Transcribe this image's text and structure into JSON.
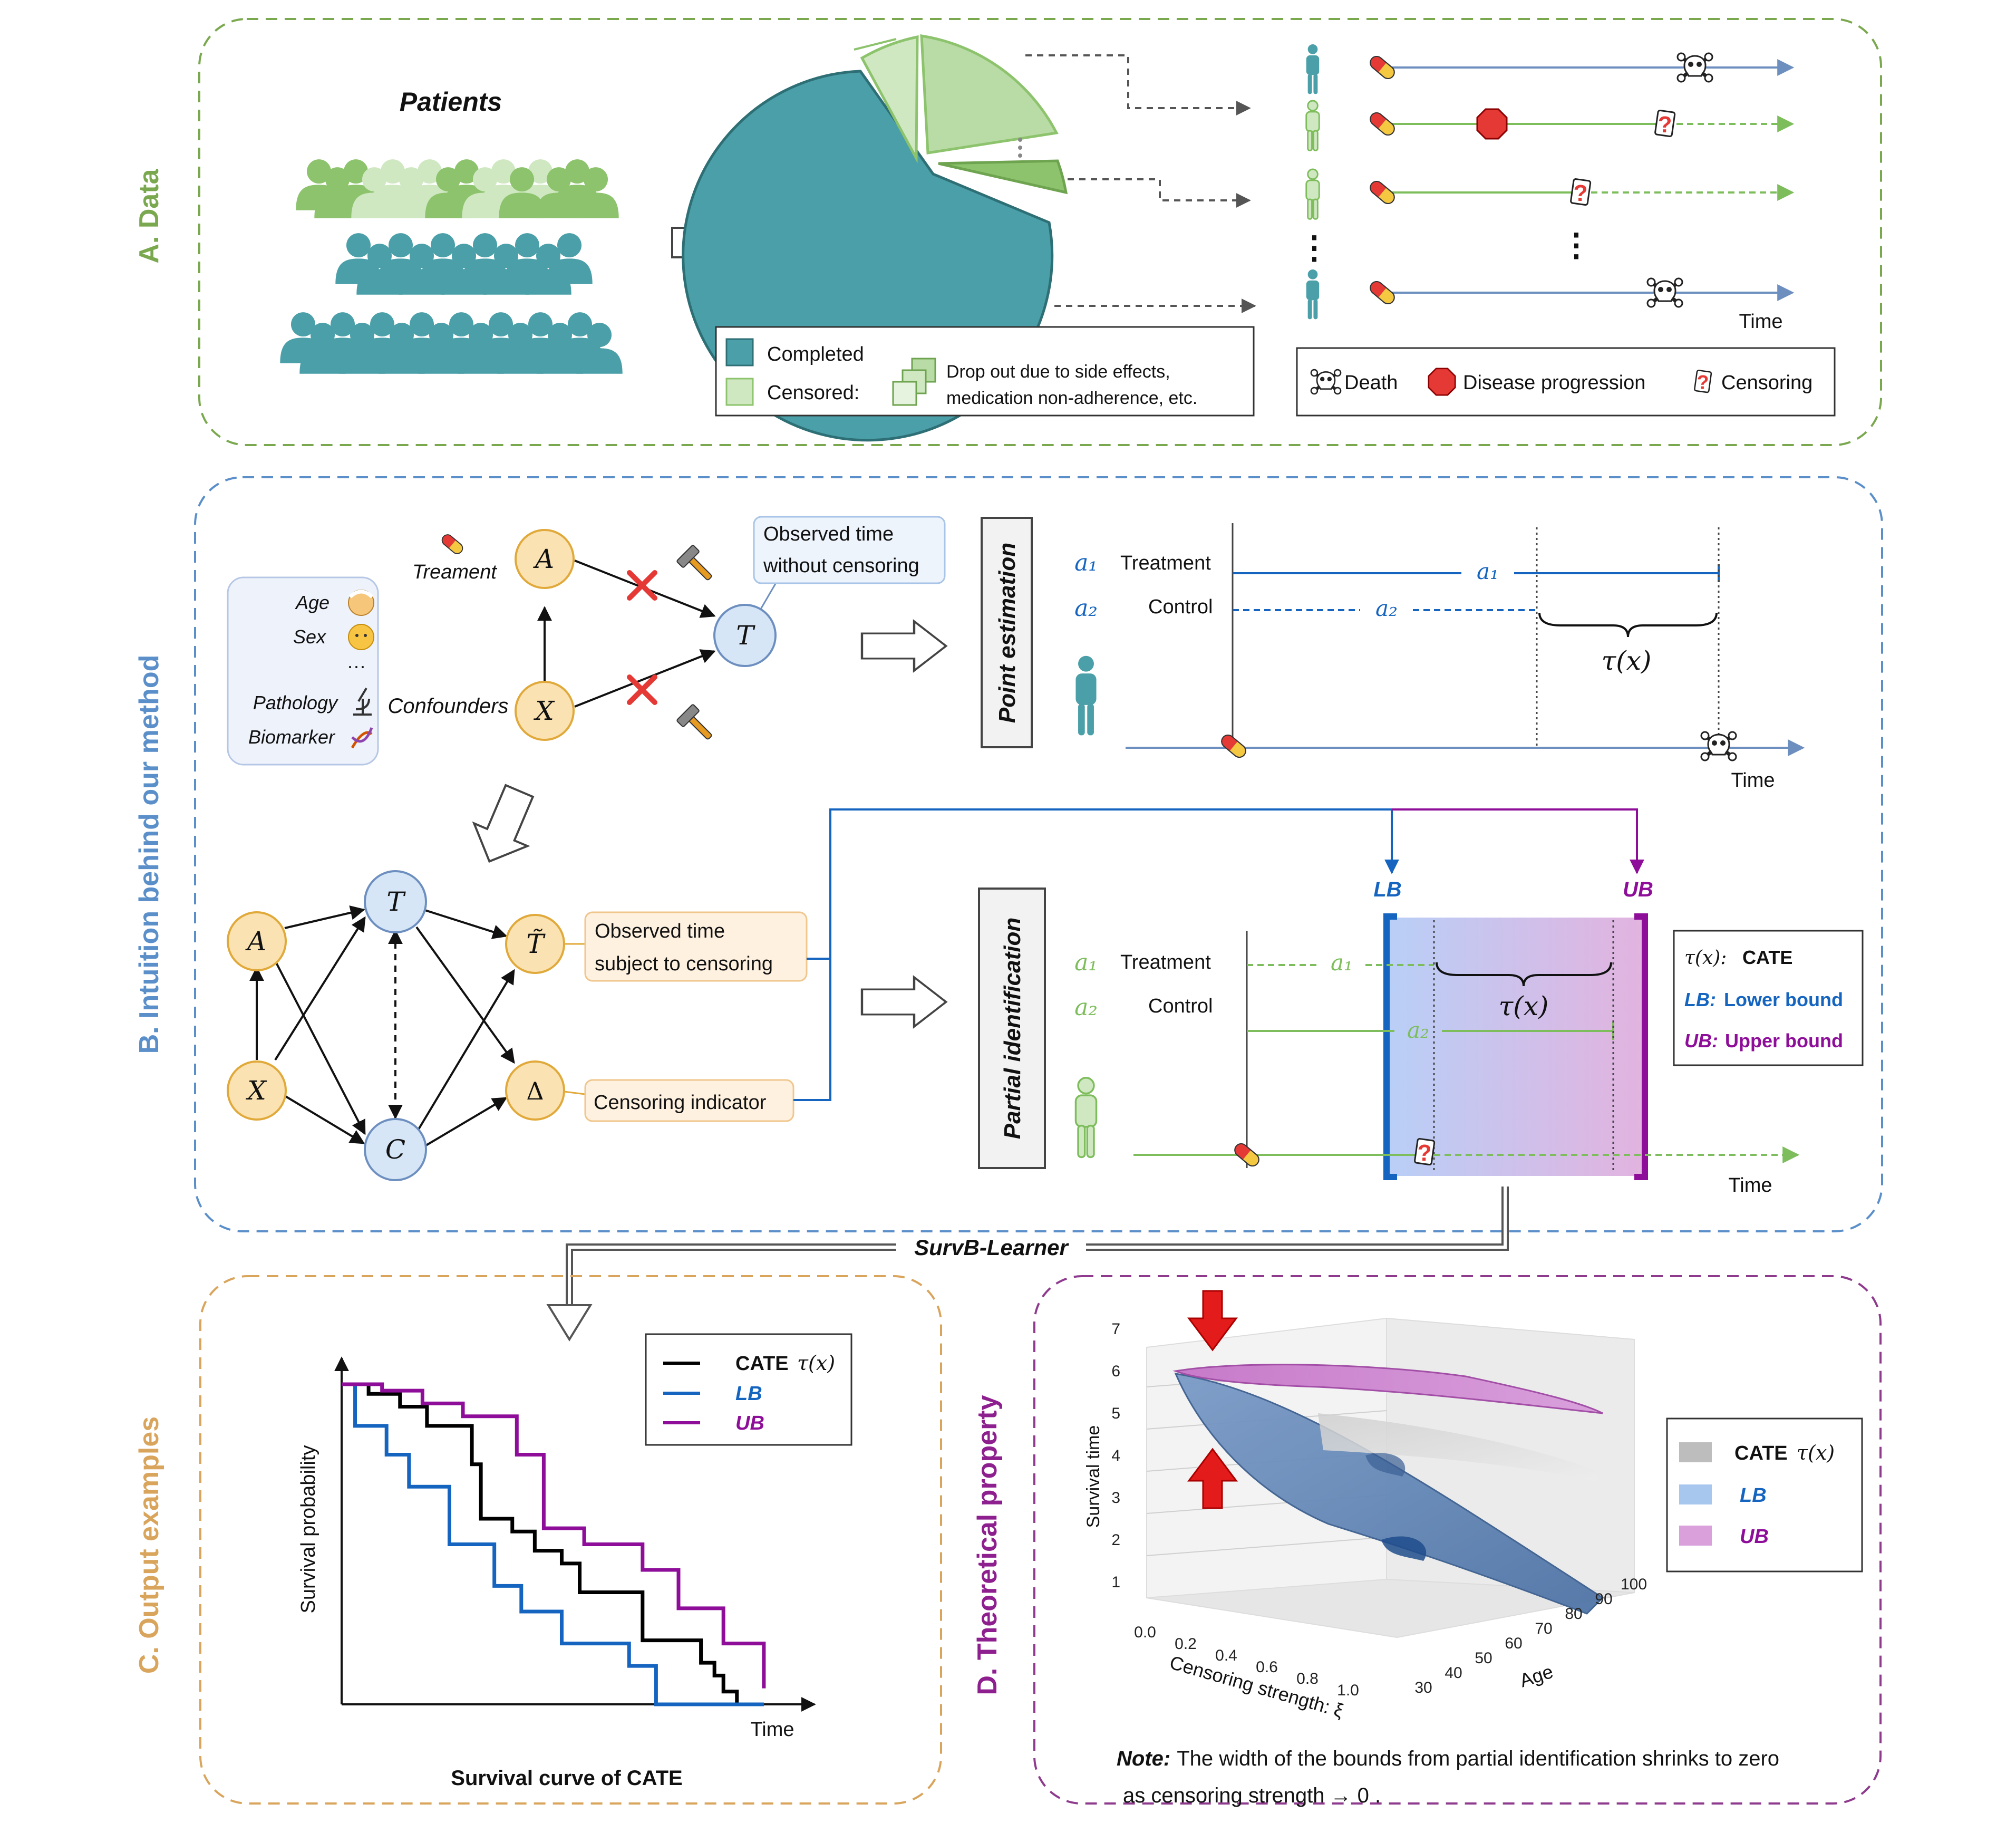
{
  "panels": {
    "a_label": "A. Data",
    "b_label": "B. Intuition behind our method",
    "c_label": "C. Output examples",
    "d_label": "D. Theoretical property"
  },
  "colors": {
    "teal": "#4a9fa8",
    "green": "#8cc36c",
    "light_green": "#cfe8c1",
    "blue": "#1565c0",
    "purple": "#8e0e9a",
    "orange_node": "#fbe2b2",
    "blue_node": "#d6e6f7",
    "arrow_blue": "#6d8fc0",
    "arrow_green": "#7dbd5b",
    "panel_a": "#7aa84e",
    "panel_b": "#5b8fc9",
    "panel_c": "#d9a45b",
    "panel_d": "#8e3b8e"
  },
  "panel_a": {
    "patients_title": "Patients",
    "legend_left": {
      "completed": "Completed",
      "censored": "Censored:",
      "dropout_line1": "Drop out due to side effects,",
      "dropout_line2": "medication non-adherence, etc."
    },
    "legend_right": {
      "death": "Death",
      "progression": "Disease progression",
      "censoring": "Censoring"
    },
    "time_label": "Time",
    "ellipsis": "⋮",
    "icons": [
      "patient-icon",
      "pill-icon",
      "skull-icon",
      "stop-sign-icon",
      "question-mark-icon"
    ]
  },
  "panel_b": {
    "treatment_label": "Treament",
    "covariates": [
      "Age",
      "Sex",
      "···",
      "Pathology",
      "Biomarker"
    ],
    "confounders_label": "Confounders",
    "node_A": "A",
    "node_X": "X",
    "node_T": "T",
    "node_C": "C",
    "node_Ttilde": "T̃",
    "node_Delta": "Δ",
    "obs_no_cens_line1": "Observed time",
    "obs_no_cens_line2": "without censoring",
    "obs_cens_line1": "Observed time",
    "obs_cens_line2": "subject to censoring",
    "cens_indicator": "Censoring indicator",
    "point_estimation": "Point estimation",
    "partial_identification": "Partial identification",
    "a1": "a₁",
    "a2": "a₂",
    "treatment": "Treatment",
    "control": "Control",
    "tau": "τ(x)",
    "time": "Time",
    "lb": "LB",
    "ub": "UB",
    "legend": {
      "cate": "CATE",
      "tau_prefix": "τ(x):",
      "lb_prefix": "LB:",
      "lb_text": "Lower bound",
      "ub_prefix": "UB:",
      "ub_text": "Upper bound"
    },
    "survb": "SurvB-Learner"
  },
  "panel_c": {
    "ylabel": "Survival probability",
    "xlabel": "Time",
    "caption": "Survival curve of CATE",
    "legend": {
      "cate": "CATE",
      "tau": "τ(x)",
      "lb": "LB",
      "ub": "UB"
    }
  },
  "panel_d": {
    "zlabel": "Survival time",
    "xlabel": "Censoring strength: ξ",
    "ylabel": "Age",
    "z_ticks": [
      "1",
      "2",
      "3",
      "4",
      "5",
      "6",
      "7"
    ],
    "x_ticks": [
      "0.0",
      "0.2",
      "0.4",
      "0.6",
      "0.8",
      "1.0"
    ],
    "y_ticks": [
      "30",
      "40",
      "50",
      "60",
      "70",
      "80",
      "90",
      "100"
    ],
    "legend": {
      "cate": "CATE",
      "tau": "τ(x)",
      "lb": "LB",
      "ub": "UB"
    },
    "note_bold": "Note:",
    "note_line1": "The width of the bounds from partial identification shrinks to zero",
    "note_line2": "as censoring strength → 0 ."
  },
  "chart_data": {
    "type": "line",
    "xlabel": "Time",
    "ylabel": "Survival probability",
    "series": [
      {
        "name": "CATE τ(x)",
        "color": "#000000",
        "x": [
          0,
          0.06,
          0.13,
          0.19,
          0.29,
          0.31,
          0.38,
          0.43,
          0.49,
          0.53,
          0.67,
          0.8,
          0.83,
          0.85,
          0.88
        ],
        "y": [
          1,
          0.97,
          0.93,
          0.87,
          0.75,
          0.58,
          0.54,
          0.48,
          0.44,
          0.35,
          0.2,
          0.13,
          0.09,
          0.04,
          0.0
        ]
      },
      {
        "name": "LB",
        "color": "#1565c0",
        "x": [
          0,
          0.03,
          0.1,
          0.15,
          0.24,
          0.34,
          0.4,
          0.49,
          0.64,
          0.7,
          0.94
        ],
        "y": [
          1,
          0.87,
          0.78,
          0.68,
          0.5,
          0.37,
          0.29,
          0.19,
          0.12,
          0.0,
          0.0
        ]
      },
      {
        "name": "UB",
        "color": "#8e0e9a",
        "x": [
          0,
          0.09,
          0.18,
          0.27,
          0.39,
          0.45,
          0.54,
          0.67,
          0.75,
          0.85,
          0.94
        ],
        "y": [
          1,
          0.98,
          0.94,
          0.9,
          0.78,
          0.55,
          0.5,
          0.42,
          0.3,
          0.19,
          0.05
        ]
      }
    ]
  }
}
